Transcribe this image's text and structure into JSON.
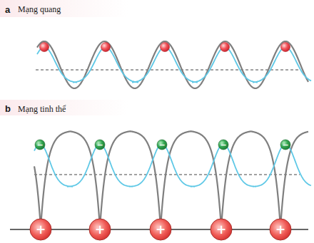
{
  "diagram": {
    "labels": [
      "a",
      "Mạng quang",
      "b",
      "Mạng tinh thể",
      "−",
      "−",
      "−",
      "−",
      "−",
      "+",
      "+",
      "+",
      "+",
      "+"
    ]
  }
}
